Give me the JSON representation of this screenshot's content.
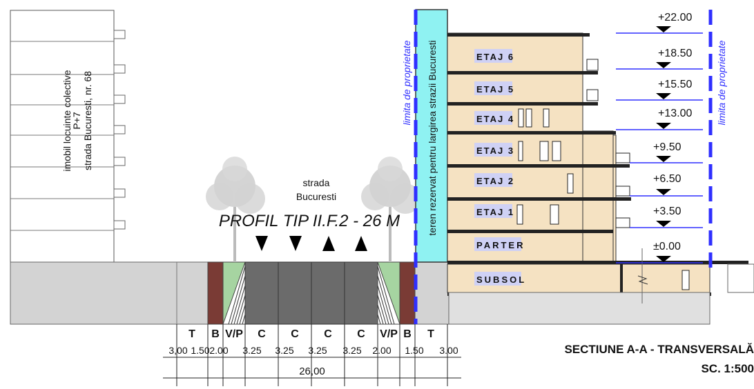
{
  "left_building": {
    "lines": [
      "imobil locuinte colective",
      "P+7",
      "strada Bucuresti, nr. 68"
    ]
  },
  "street": {
    "name_lines": [
      "strada",
      "Bucuresti"
    ],
    "profile_label": "PROFIL TIP II.F.2 - 26 M",
    "arrows": [
      "down",
      "down",
      "up",
      "up"
    ]
  },
  "reserved_strip_label": "teren rezervat pentru largirea strazii Bucuresti",
  "property_limit_label": "limita de proprietate",
  "floors": [
    {
      "label": "ETAJ 6"
    },
    {
      "label": "ETAJ 5"
    },
    {
      "label": "ETAJ 4"
    },
    {
      "label": "ETAJ 3"
    },
    {
      "label": "ETAJ 2"
    },
    {
      "label": "ETAJ 1"
    },
    {
      "label": "PARTER"
    },
    {
      "label": "SUBSOL"
    }
  ],
  "elevations": [
    "+22.00",
    "+18.50",
    "+15.50",
    "+13.00",
    "+9.50",
    "+6.50",
    "+3.50",
    "±0.00"
  ],
  "profile_segments": [
    {
      "code": "T",
      "width": "3,00"
    },
    {
      "code": "B",
      "width": "1.50"
    },
    {
      "code": "V/P",
      "width": "2.00"
    },
    {
      "code": "C",
      "width": "3.25"
    },
    {
      "code": "C",
      "width": "3.25"
    },
    {
      "code": "C",
      "width": "3.25"
    },
    {
      "code": "C",
      "width": "3.25"
    },
    {
      "code": "V/P",
      "width": "2.00"
    },
    {
      "code": "B",
      "width": "1.50"
    },
    {
      "code": "T",
      "width": "3.00"
    }
  ],
  "total_width": "26,00",
  "section_title": "SECTIUNE A-A - TRANSVERSALĂ",
  "scale": "SC. 1:500",
  "colors": {
    "asphalt": "#6b6b6b",
    "bike_lane": "#7a3b35",
    "green_strip": "#a6d4a1",
    "sidewalk": "#d3d3d3",
    "building_fill": "#f5e2c2",
    "reserve_strip": "#8ff2f2",
    "property_limit": "#2f2fff",
    "label_highlight": "#cfd1f5"
  }
}
